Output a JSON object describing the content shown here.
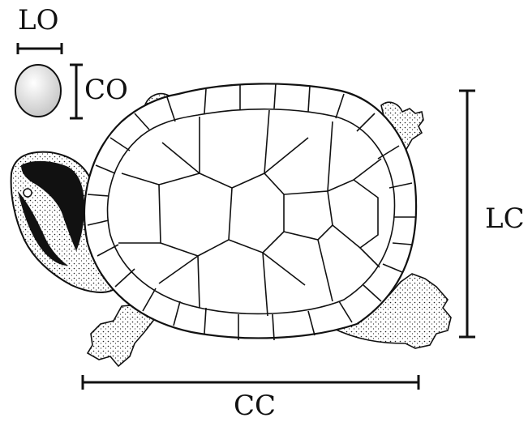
{
  "labels": {
    "egg_length": "LO",
    "egg_width": "CO",
    "carapace_width": "LC",
    "carapace_length": "CC"
  },
  "colors": {
    "ink": "#111111",
    "egg_fill": "#e4e4e4",
    "background": "#ffffff"
  }
}
